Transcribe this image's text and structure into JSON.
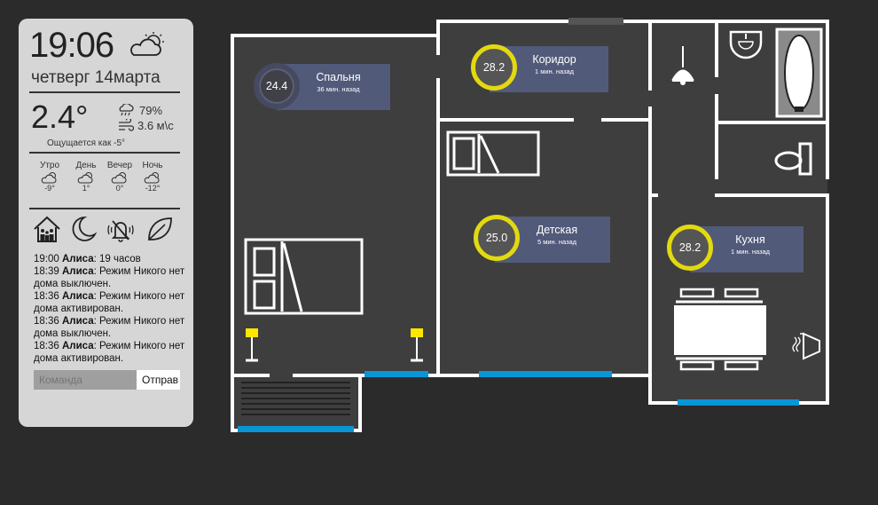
{
  "clock": {
    "time": "19:06",
    "date": "четверг 14марта"
  },
  "weather": {
    "temp": "2.4°",
    "humidity": "79%",
    "wind": "3.6 м\\с",
    "feels_like": "Ощущается как -5°",
    "forecast": [
      {
        "label": "Утро",
        "temp": "-9°"
      },
      {
        "label": "День",
        "temp": "1°"
      },
      {
        "label": "Вечер",
        "temp": "0°"
      },
      {
        "label": "Ночь",
        "temp": "-12°"
      }
    ]
  },
  "modes": [
    "home-mode-icon",
    "night-mode-icon",
    "alarm-off-icon",
    "eco-mode-icon"
  ],
  "log": [
    {
      "time": "19:00",
      "who": "Алиса",
      "text": ": 19 часов"
    },
    {
      "time": "18:39",
      "who": "Алиса",
      "text": ": Режим Никого нет дома выключен."
    },
    {
      "time": "18:36",
      "who": "Алиса",
      "text": ": Режим Никого нет дома активирован."
    },
    {
      "time": "18:36",
      "who": "Алиса",
      "text": ": Режим Никого нет дома выключен."
    },
    {
      "time": "18:36",
      "who": "Алиса",
      "text": ": Режим Никого нет дома активирован."
    }
  ],
  "command": {
    "placeholder": "Команда",
    "send_label": "Отправ"
  },
  "rooms": {
    "bedroom": {
      "name": "Спальня",
      "ago": "36 мин. назад",
      "temp": "24.4"
    },
    "corridor": {
      "name": "Коридор",
      "ago": "1 мин. назад",
      "temp": "28.2"
    },
    "kids": {
      "name": "Детская",
      "ago": "5 мин. назад",
      "temp": "25.0"
    },
    "kitchen": {
      "name": "Кухня",
      "ago": "1 мин. назад",
      "temp": "28.2"
    }
  },
  "colors": {
    "wall": "#ffffff",
    "floor": "#3e3e3e",
    "window": "#0a95d5",
    "lamp": "#ffe600",
    "warm_ring": "#e3d90f",
    "card": "#525a7a"
  }
}
